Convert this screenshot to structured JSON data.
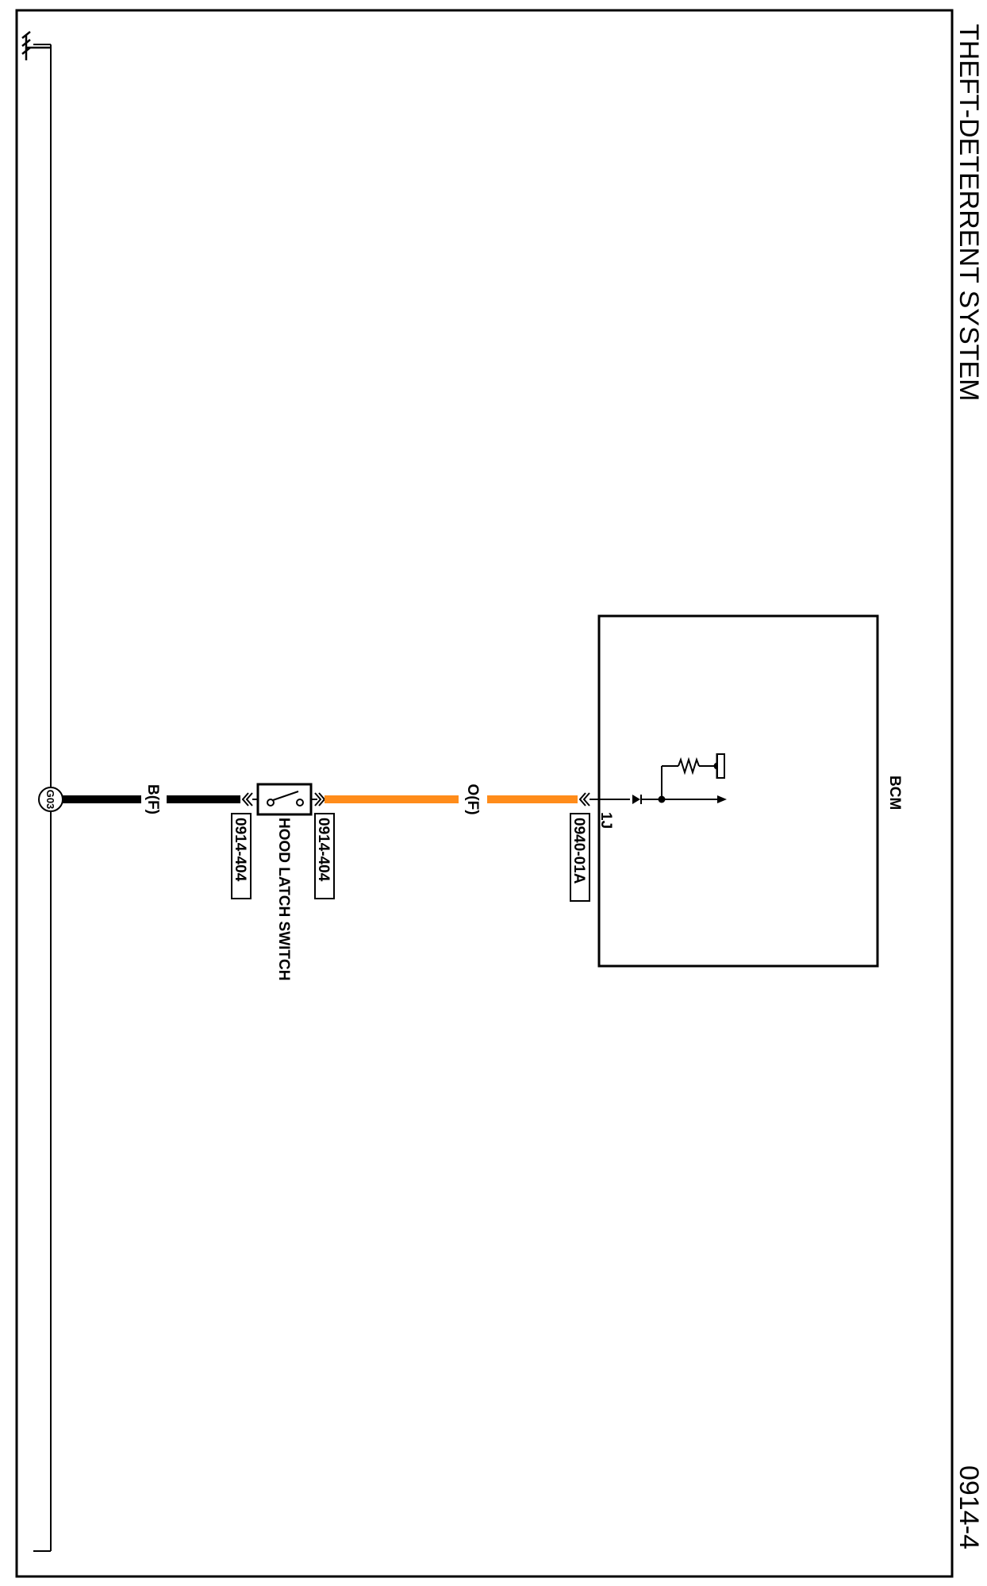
{
  "title": "THEFT-DETERRENT SYSTEM",
  "page_number": "0914-4",
  "ground": {
    "label": "G03"
  },
  "wires": [
    {
      "label": "B(F)",
      "color": "#000000"
    },
    {
      "label": "O(F)",
      "color": "#ff8c1a"
    }
  ],
  "components": {
    "hood_latch_switch": {
      "name": "HOOD LATCH SWITCH",
      "connector_ground_side": "0914-404",
      "connector_bcm_side": "0914-404"
    },
    "bcm": {
      "name": "BCM",
      "connector": "0940-01A",
      "terminal": "1J"
    }
  },
  "colors": {
    "line": "#000000",
    "orange_wire": "#ff8c1a",
    "background": "#ffffff"
  }
}
